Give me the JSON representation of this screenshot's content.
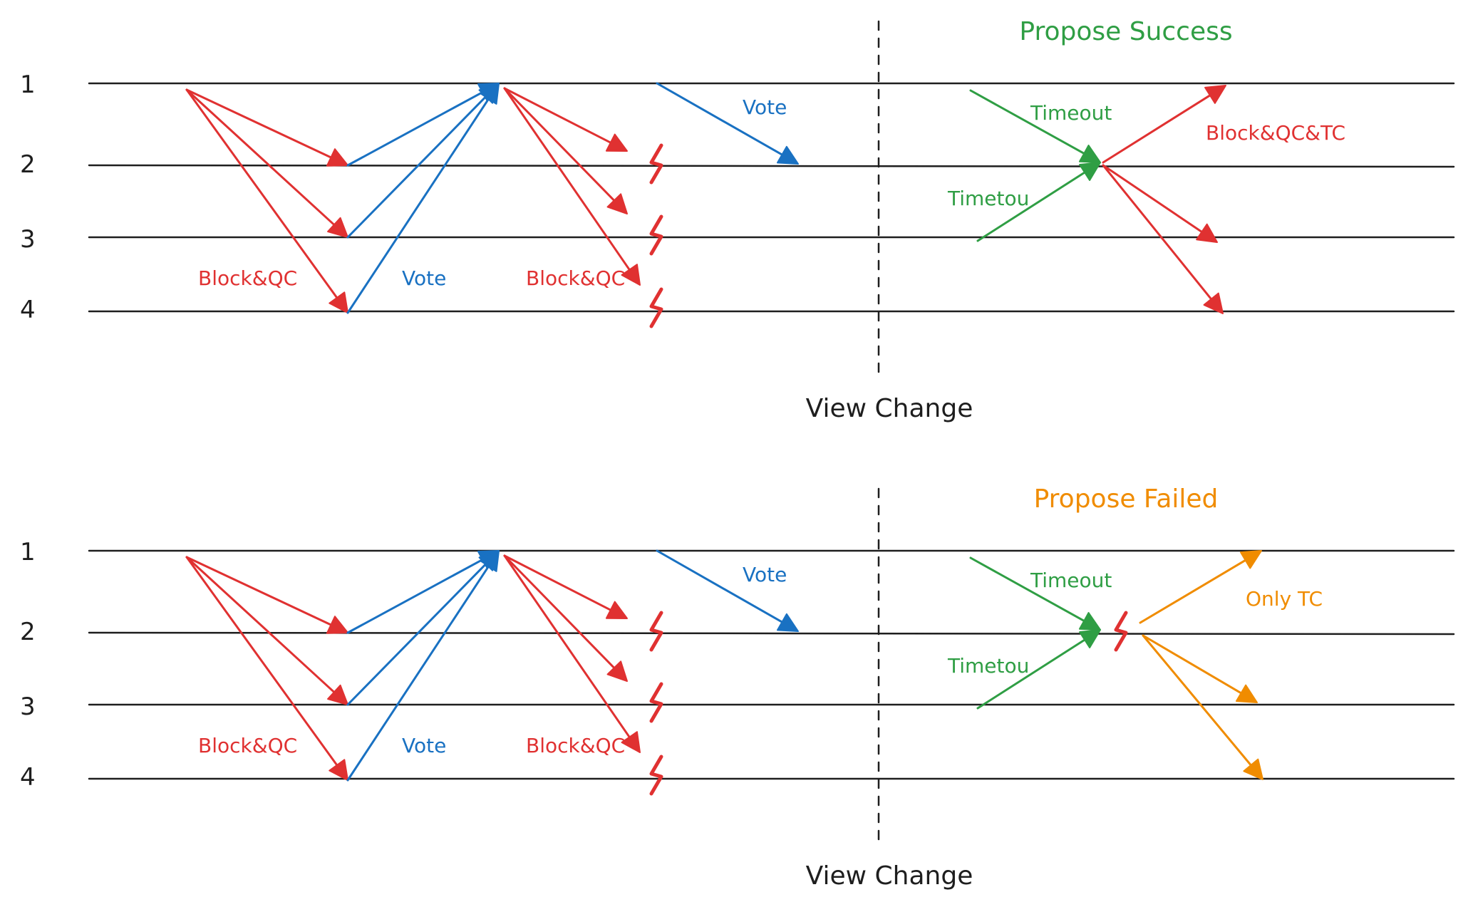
{
  "colors": {
    "red": "#e03131",
    "blue": "#1971c2",
    "green": "#2f9e44",
    "orange": "#f08c00",
    "black": "#1e1e1e"
  },
  "top": {
    "title": "Propose Success",
    "title_color": "green",
    "rows": [
      "1",
      "2",
      "3",
      "4"
    ],
    "labels": {
      "block_qc_1": "Block&QC",
      "vote_1": "Vote",
      "block_qc_2": "Block&QC",
      "vote_2": "Vote",
      "timeout": "Timeout",
      "timetou": "Timetou",
      "outcome": "Block&QC&TC"
    },
    "view_change": "View Change"
  },
  "bottom": {
    "title": "Propose Failed",
    "title_color": "orange",
    "rows": [
      "1",
      "2",
      "3",
      "4"
    ],
    "labels": {
      "block_qc_1": "Block&QC",
      "vote_1": "Vote",
      "block_qc_2": "Block&QC",
      "vote_2": "Vote",
      "timeout": "Timeout",
      "timetou": "Timetou",
      "outcome": "Only TC"
    },
    "view_change": "View Change"
  }
}
